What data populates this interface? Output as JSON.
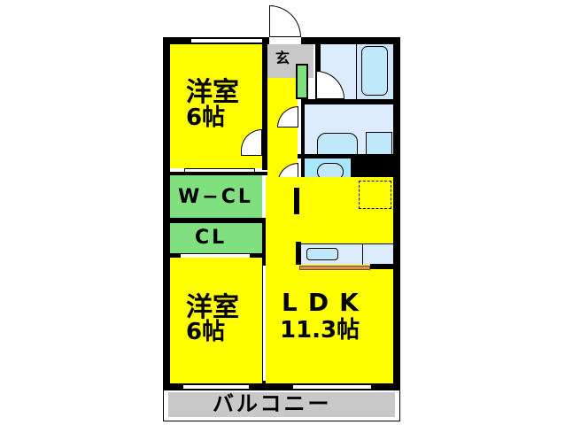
{
  "floorplan": {
    "rooms": {
      "bedroom_top": {
        "name": "洋室",
        "size": "6帖"
      },
      "walk_in_closet": {
        "name": "W−CL"
      },
      "closet": {
        "name": "CL"
      },
      "bedroom_bottom": {
        "name": "洋室",
        "size": "6帖"
      },
      "ldk": {
        "name": "LDK",
        "size": "11.3帖"
      },
      "entrance": {
        "name": "玄"
      },
      "balcony": {
        "name": "バルコニー"
      }
    },
    "colors": {
      "room_fill": "#ffff00",
      "closet_fill": "#80e080",
      "wet_area_fill": "#dcecfc",
      "fixture_fill": "#a8e8fc",
      "entrance_fill": "#c8c8c8",
      "balcony_fill": "#c8c8c8",
      "counter_fill": "#d9905a",
      "wall": "#000000"
    }
  }
}
